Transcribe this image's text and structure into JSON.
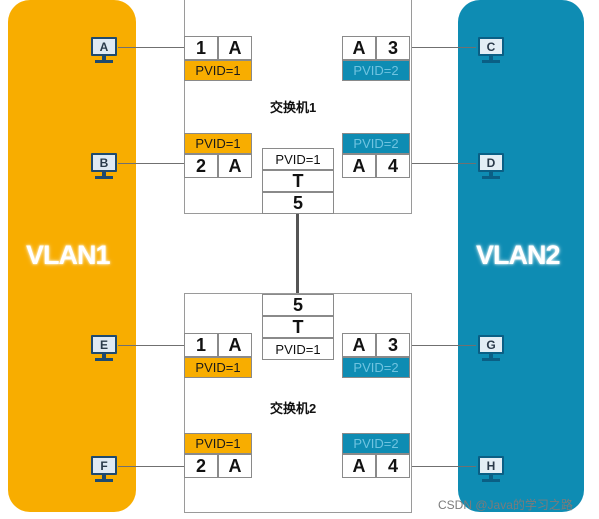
{
  "vlans": [
    {
      "label": "VLAN1",
      "color": "#f8ad00"
    },
    {
      "label": "VLAN2",
      "color": "#0e8cb3"
    }
  ],
  "switch1": {
    "title": "交换机1",
    "port1": {
      "num": "1",
      "mode": "A",
      "pvid": "PVID=1"
    },
    "port2": {
      "num": "2",
      "mode": "A",
      "pvid": "PVID=1"
    },
    "port3": {
      "num": "3",
      "mode": "A",
      "pvid": "PVID=2"
    },
    "port4": {
      "num": "4",
      "mode": "A",
      "pvid": "PVID=2"
    },
    "port5": {
      "num": "5",
      "mode": "T",
      "pvid": "PVID=1"
    }
  },
  "switch2": {
    "title": "交换机2",
    "port1": {
      "num": "1",
      "mode": "A",
      "pvid": "PVID=1"
    },
    "port2": {
      "num": "2",
      "mode": "A",
      "pvid": "PVID=1"
    },
    "port3": {
      "num": "3",
      "mode": "A",
      "pvid": "PVID=2"
    },
    "port4": {
      "num": "4",
      "mode": "A",
      "pvid": "PVID=2"
    },
    "port5": {
      "num": "5",
      "mode": "T",
      "pvid": "PVID=1"
    }
  },
  "hosts": {
    "a": "A",
    "b": "B",
    "c": "C",
    "d": "D",
    "e": "E",
    "f": "F",
    "g": "G",
    "h": "H"
  },
  "watermark": "CSDN @Java的学习之路"
}
